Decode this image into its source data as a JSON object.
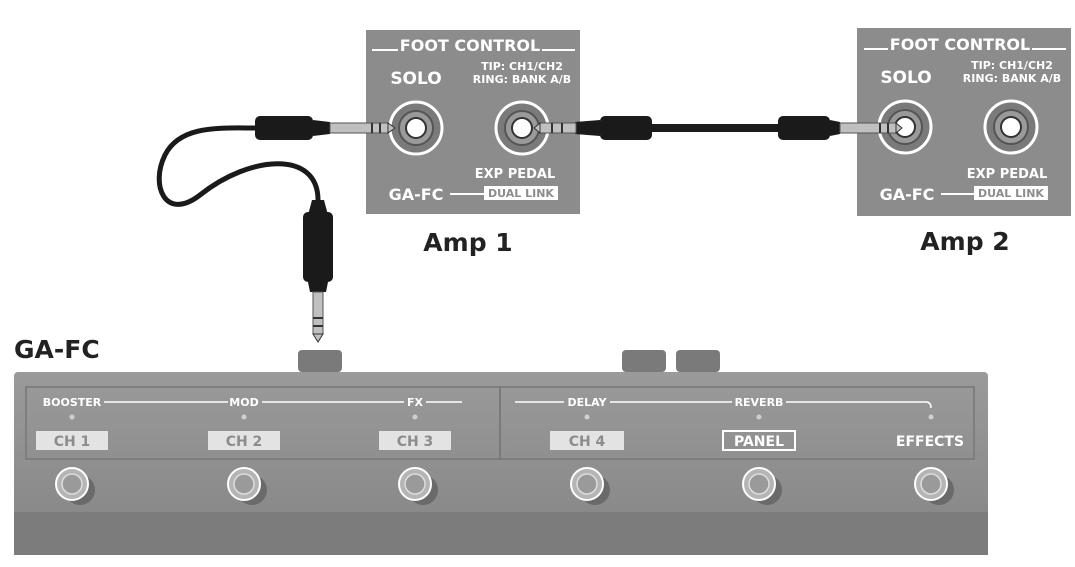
{
  "amps": [
    {
      "caption": "Amp 1",
      "panel_title": "FOOT CONTROL",
      "solo_label": "SOLO",
      "tip_label": "TIP: CH1/CH2",
      "ring_label": "RING: BANK A/B",
      "exp_label": "EXP PEDAL",
      "gafc_label": "GA-FC",
      "dual_link_label": "DUAL LINK"
    },
    {
      "caption": "Amp 2",
      "panel_title": "FOOT CONTROL",
      "solo_label": "SOLO",
      "tip_label": "TIP: CH1/CH2",
      "ring_label": "RING: BANK A/B",
      "exp_label": "EXP PEDAL",
      "gafc_label": "GA-FC",
      "dual_link_label": "DUAL LINK"
    }
  ],
  "footswitch": {
    "title": "GA-FC",
    "group_labels": [
      "BOOSTER",
      "MOD",
      "FX",
      "DELAY",
      "REVERB"
    ],
    "buttons": [
      {
        "label": "CH 1",
        "style": "filled"
      },
      {
        "label": "CH 2",
        "style": "filled"
      },
      {
        "label": "CH 3",
        "style": "filled"
      },
      {
        "label": "CH 4",
        "style": "filled"
      },
      {
        "label": "PANEL",
        "style": "outlined"
      },
      {
        "label": "EFFECTS",
        "style": "plain"
      }
    ]
  },
  "colors": {
    "panel": "#8c8c8c",
    "panel_dark": "#6f6f6f",
    "cable": "#1a1a1a",
    "plug_metal": "#b8b8b8",
    "badge_fill": "#e3e3e3",
    "badge_text": "#8c8c8c"
  }
}
